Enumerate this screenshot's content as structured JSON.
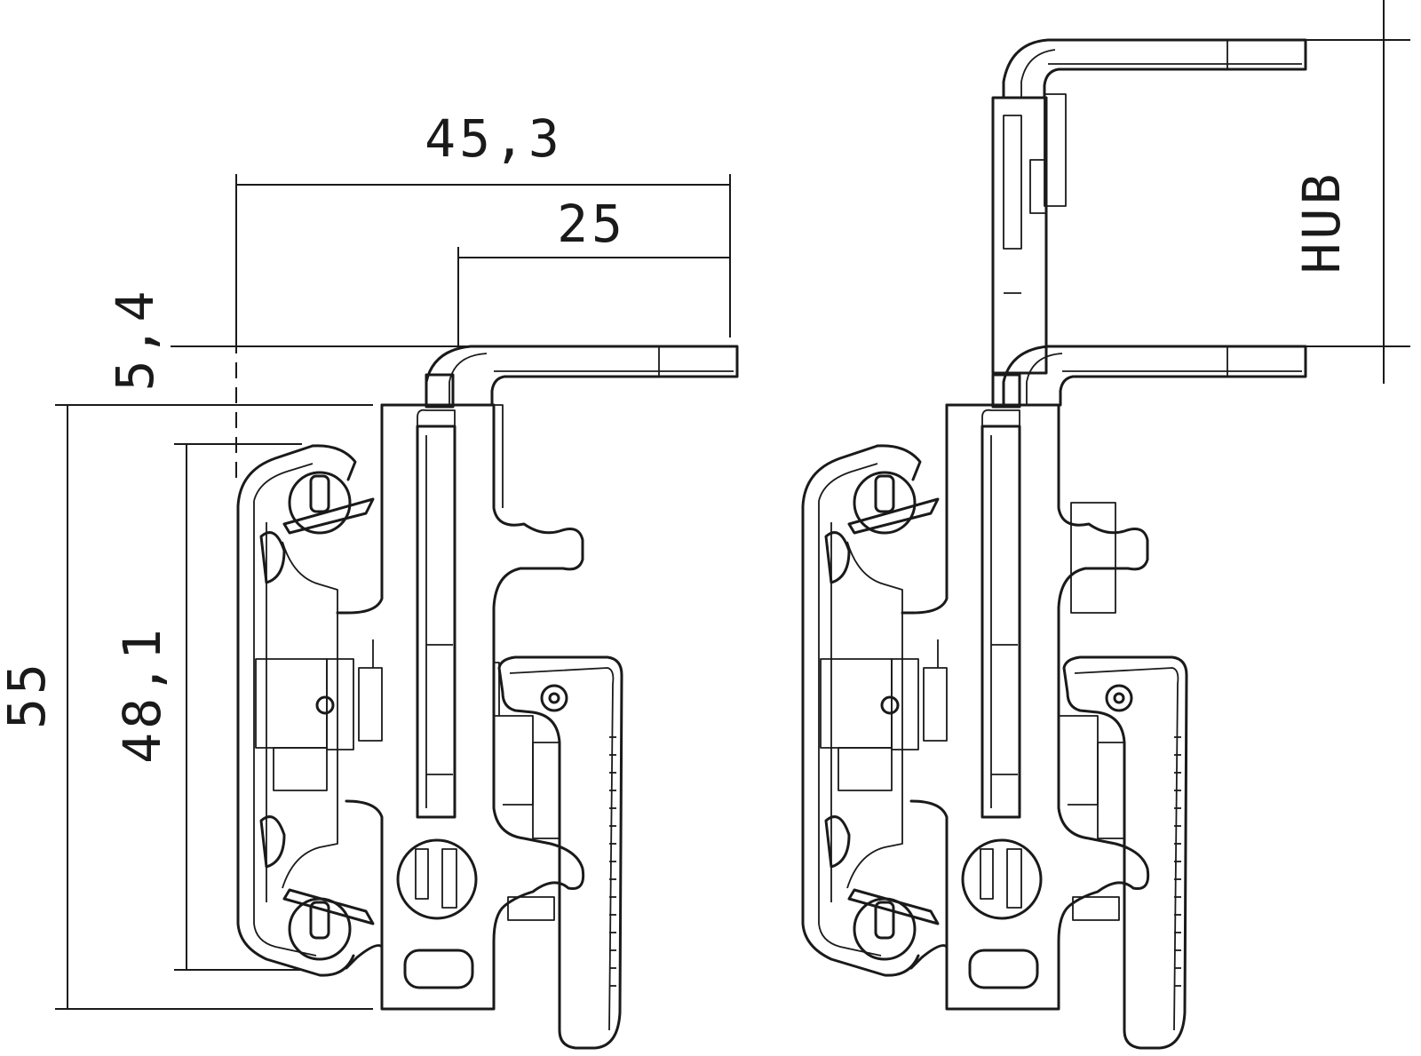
{
  "diagram": {
    "dimensions": [
      {
        "id": "width-total",
        "label": "45,3"
      },
      {
        "id": "width-top",
        "label": "25"
      },
      {
        "id": "offset",
        "label": "5,4"
      },
      {
        "id": "height-total",
        "label": "55"
      },
      {
        "id": "height-inner",
        "label": "48,1"
      },
      {
        "id": "stroke-travel",
        "label": "HUB"
      }
    ]
  }
}
